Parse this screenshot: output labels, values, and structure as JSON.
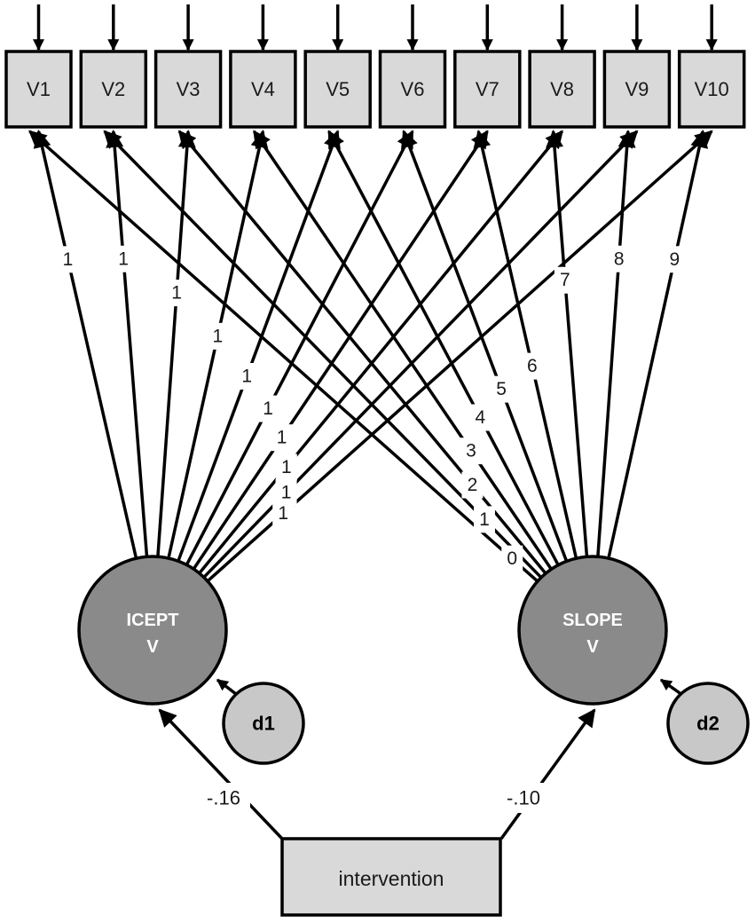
{
  "observed": [
    "V1",
    "V2",
    "V3",
    "V4",
    "V5",
    "V6",
    "V7",
    "V8",
    "V9",
    "V10"
  ],
  "latents": {
    "icept": {
      "line1": "ICEPT",
      "line2": "V"
    },
    "slope": {
      "line1": "SLOPE",
      "line2": "V"
    }
  },
  "disturbances": {
    "d1": "d1",
    "d2": "d2"
  },
  "intercept_loadings": [
    "1",
    "1",
    "1",
    "1",
    "1",
    "1",
    "1",
    "1",
    "1",
    "1"
  ],
  "slope_loadings": [
    "0",
    "1",
    "2",
    "3",
    "4",
    "5",
    "6",
    "7",
    "8",
    "9"
  ],
  "predictor": {
    "label": "intervention"
  },
  "regressions": {
    "icept": "-.16",
    "slope": "-.10"
  },
  "colors": {
    "box_fill": "#d9d9d9",
    "latent_fill": "#8a8a8a",
    "disturbance_fill": "#c8c8c8",
    "stroke": "#000000"
  }
}
